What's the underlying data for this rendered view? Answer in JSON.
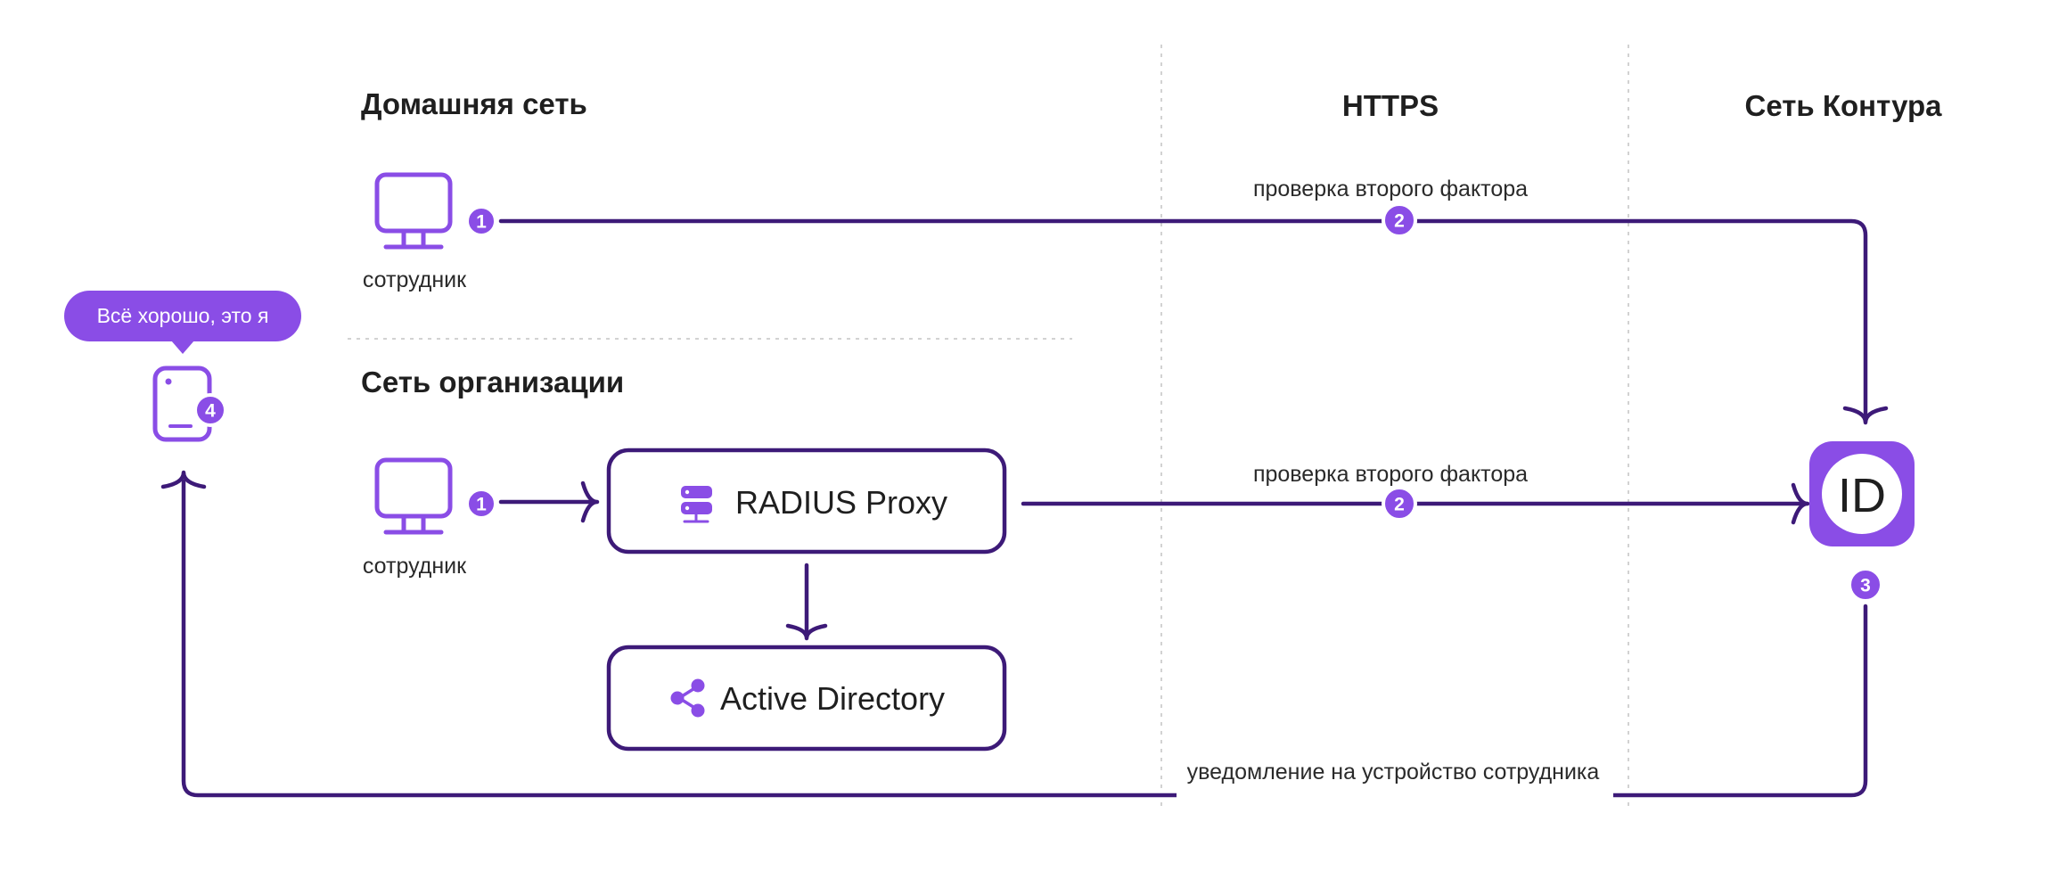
{
  "colors": {
    "primary": "#3d1a78",
    "accent": "#8a4de6",
    "divider": "#d2d2d2",
    "text": "#1f1f1f"
  },
  "zones": {
    "home_network": "Домашняя сеть",
    "https": "HTTPS",
    "kontur_network": "Сеть Контура",
    "org_network": "Сеть организации"
  },
  "nodes": {
    "employee_home": {
      "label": "сотрудник",
      "icon": "monitor-icon"
    },
    "employee_org": {
      "label": "сотрудник",
      "icon": "monitor-icon"
    },
    "radius_proxy": {
      "label": "RADIUS Proxy",
      "icon": "server-icon"
    },
    "active_directory": {
      "label": "Active Directory",
      "icon": "share-icon"
    },
    "kontur_id": {
      "label": "ID",
      "icon": "id-icon"
    },
    "employee_device": {
      "icon": "phone-icon"
    }
  },
  "bubble": {
    "text": "Всё хорошо, это я"
  },
  "steps": {
    "home_start": "1",
    "home_check": "2",
    "org_start": "1",
    "org_check": "2",
    "kontur_notify": "3",
    "device_confirm": "4"
  },
  "edge_labels": {
    "home_check": "проверка второго фактора",
    "org_check": "проверка второго фактора",
    "notification": "уведомление на устройство сотрудника"
  }
}
